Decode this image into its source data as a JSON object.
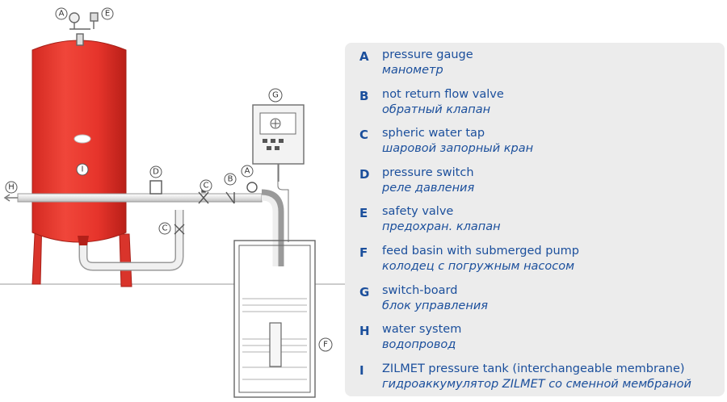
{
  "callouts": {
    "A_top": "A",
    "E_top": "E",
    "G": "G",
    "I": "I",
    "D": "D",
    "C_left": "C",
    "C_right": "C",
    "B": "B",
    "A_right": "A",
    "H": "H",
    "F": "F"
  },
  "legend": [
    {
      "letter": "A",
      "en": "pressure gauge",
      "ru": "манометр"
    },
    {
      "letter": "B",
      "en": "not return flow valve",
      "ru": "обратный клапан"
    },
    {
      "letter": "C",
      "en": "spheric water tap",
      "ru": "шаровой запорный кран"
    },
    {
      "letter": "D",
      "en": "pressure switch",
      "ru": "реле давления"
    },
    {
      "letter": "E",
      "en": "safety valve",
      "ru": "предохран. клапан"
    },
    {
      "letter": "F",
      "en": "feed basin with submerged pump",
      "ru": "колодец с погружным насосом"
    },
    {
      "letter": "G",
      "en": "switch-board",
      "ru": "блок управления"
    },
    {
      "letter": "H",
      "en": "water system",
      "ru": "водопровод"
    },
    {
      "letter": "I",
      "en": "ZILMET pressure tank (interchangeable membrane)",
      "ru": "гидроаккумулятор ZILMET  со  сменной мембраной"
    }
  ],
  "colors": {
    "tank_red": "#e8322a",
    "legend_text": "#1b4f9c",
    "legend_bg": "#ececec",
    "pipe": "#e9e9e9"
  }
}
